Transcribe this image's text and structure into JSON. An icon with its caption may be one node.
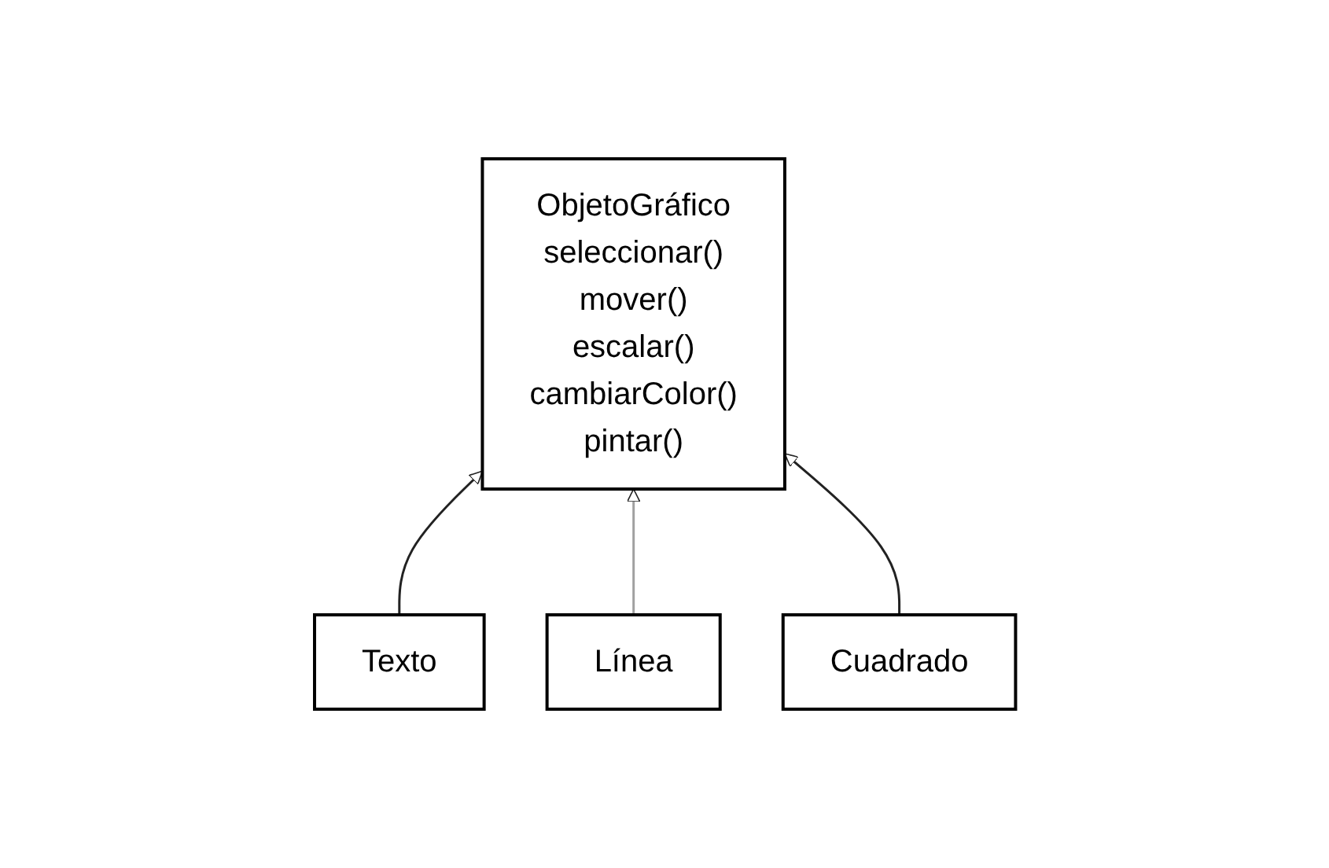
{
  "diagram": {
    "nodes": [
      {
        "text": [
          "ObjetoGráfico",
          "seleccionar() mover() escalar() cambiarColor() pintar()"
        ]
      },
      {
        "text": [
          "Texto"
        ]
      },
      {
        "text": [
          "Línea"
        ]
      },
      {
        "text": [
          "Cuadrado"
        ]
      }
    ],
    "edges": [
      {
        "from": 1,
        "to": 0,
        "arrow": "to"
      },
      {
        "from": 2,
        "to": 0,
        "arrow": "to",
        "color": "#a0a0a0"
      },
      {
        "from": 3,
        "to": 0,
        "arrow": "to"
      }
    ]
  }
}
